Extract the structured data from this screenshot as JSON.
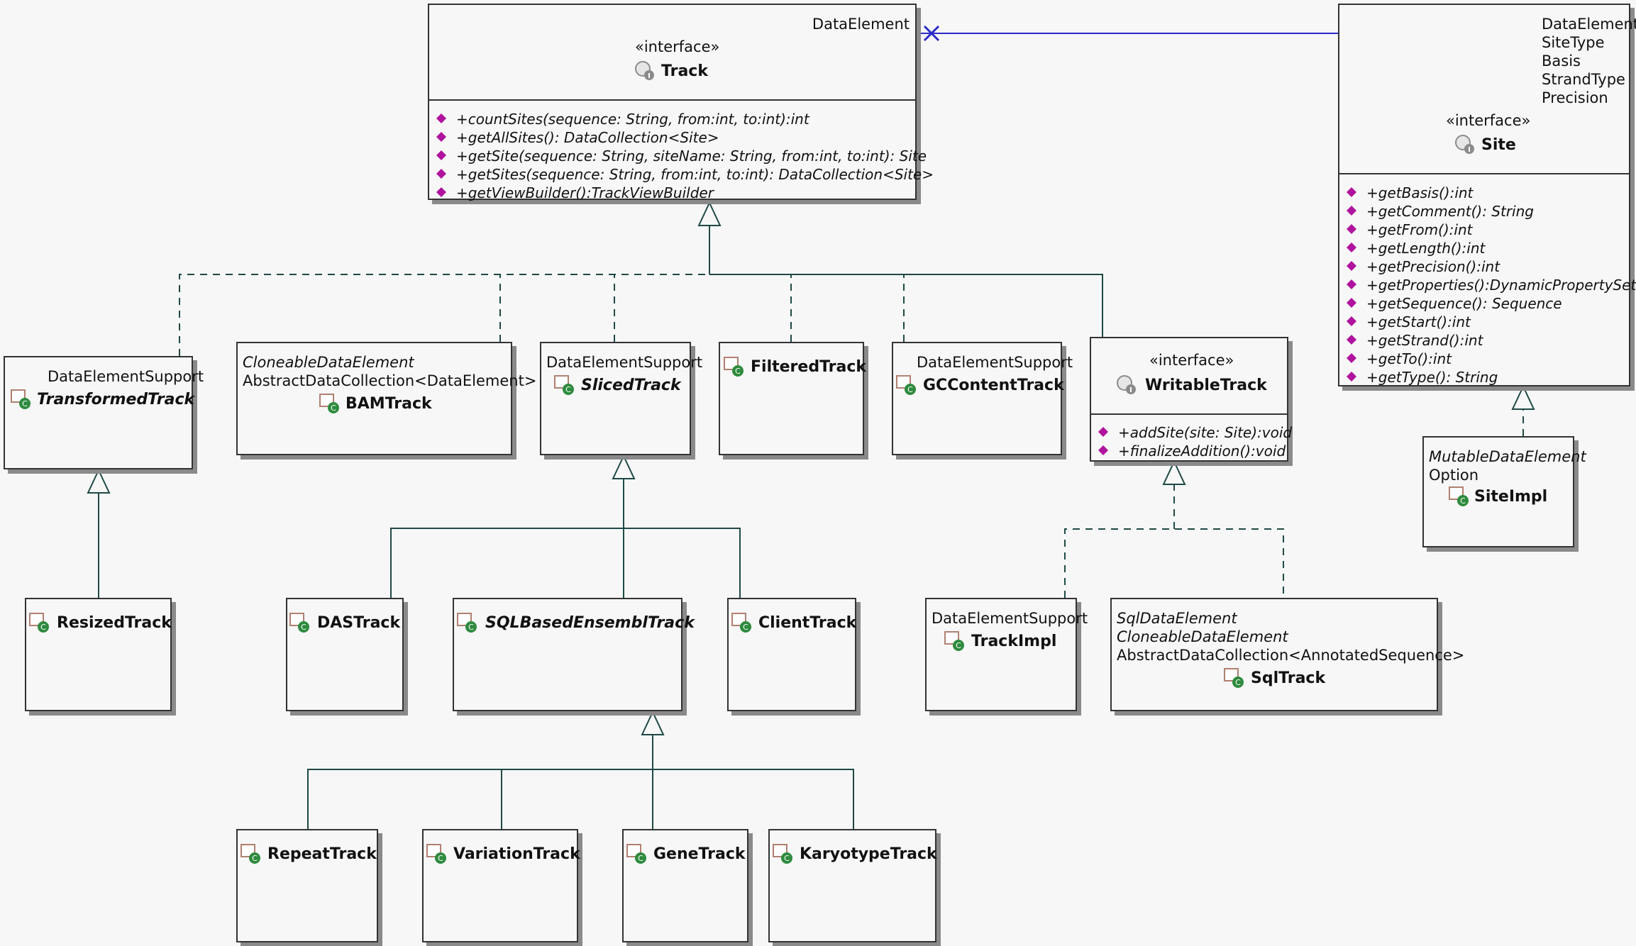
{
  "colors": {
    "background": "#f7f7f7",
    "inheritance_line": "#1e4a46",
    "association_line": "#2a2ac8",
    "operation_icon": "#b0139e",
    "class_icon_badge": "#2e8b3e",
    "interface_icon": "#9a9a9a"
  },
  "icons": {
    "class": "class-icon",
    "interface": "interface-icon",
    "operation": "public-operation-icon"
  },
  "classes": {
    "track": {
      "stereotype": "«interface»",
      "name": "Track",
      "extends": "DataElement",
      "operations": [
        "+countSites(sequence:  String, from:int, to:int):int",
        "+getAllSites(): DataCollection<Site>",
        "+getSite(sequence:  String, siteName: String, from:int, to:int): Site",
        "+getSites(sequence:  String, from:int, to:int): DataCollection<Site>",
        "+getViewBuilder():TrackViewBuilder"
      ]
    },
    "site": {
      "stereotype": "«interface»",
      "name": "Site",
      "extends": [
        "DataElement",
        "SiteType",
        "Basis",
        "StrandType",
        "Precision"
      ],
      "operations": [
        "+getBasis():int",
        "+getComment(): String",
        "+getFrom():int",
        "+getLength():int",
        "+getPrecision():int",
        "+getProperties():DynamicPropertySet",
        "+getSequence(): Sequence",
        "+getStart():int",
        "+getStrand():int",
        "+getTo():int",
        "+getType(): String"
      ]
    },
    "transformed_track": {
      "parent": "DataElementSupport",
      "name": "TransformedTrack"
    },
    "bam_track": {
      "parents": [
        "CloneableDataElement",
        "AbstractDataCollection<DataElement>"
      ],
      "name": "BAMTrack"
    },
    "sliced_track": {
      "parent": "DataElementSupport",
      "name": "SlicedTrack"
    },
    "filtered_track": {
      "name": "FilteredTrack"
    },
    "gccontent_track": {
      "parent": "DataElementSupport",
      "name": "GCContentTrack"
    },
    "writable_track": {
      "stereotype": "«interface»",
      "name": "WritableTrack",
      "operations": [
        "+addSite(site: Site):void",
        "+finalizeAddition():void"
      ]
    },
    "site_impl": {
      "parents": [
        "MutableDataElement",
        "Option"
      ],
      "name": "SiteImpl"
    },
    "resized_track": {
      "name": "ResizedTrack"
    },
    "das_track": {
      "name": "DASTrack"
    },
    "sqlbased_ensembl_track": {
      "name": "SQLBasedEnsemblTrack"
    },
    "client_track": {
      "name": "ClientTrack"
    },
    "track_impl": {
      "parent": "DataElementSupport",
      "name": "TrackImpl"
    },
    "sql_track": {
      "parents": [
        "SqlDataElement",
        "CloneableDataElement",
        "AbstractDataCollection<AnnotatedSequence>"
      ],
      "name": "SqlTrack"
    },
    "repeat_track": {
      "name": "RepeatTrack"
    },
    "variation_track": {
      "name": "VariationTrack"
    },
    "gene_track": {
      "name": "GeneTrack"
    },
    "karyotype_track": {
      "name": "KaryotypeTrack"
    }
  }
}
